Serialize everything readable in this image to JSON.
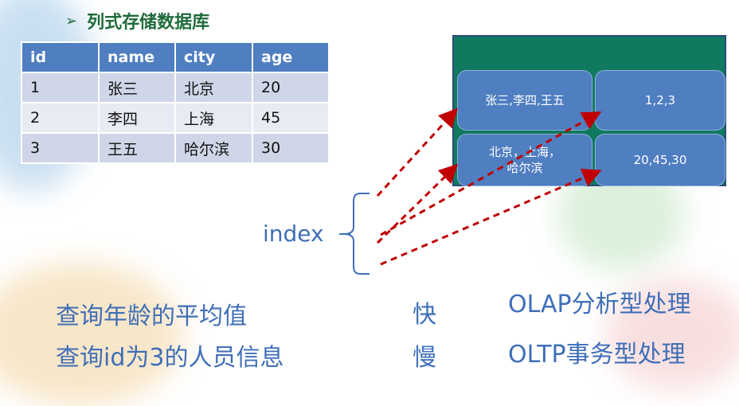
{
  "title": {
    "bullet": "➢",
    "text": "列式存储数据库"
  },
  "table": {
    "headers": [
      "id",
      "name",
      "city",
      "age"
    ],
    "rows": [
      [
        "1",
        "张三",
        "北京",
        "20"
      ],
      [
        "2",
        "李四",
        "上海",
        "45"
      ],
      [
        "3",
        "王五",
        "哈尔滨",
        "30"
      ]
    ]
  },
  "storage": {
    "names": "张三,李四,王五",
    "ids": "1,2,3",
    "cities_line1": "北京，上海，",
    "cities_line2": "哈尔滨",
    "ages": "20,45,30"
  },
  "index_label": "index",
  "queries": [
    {
      "text": "查询年龄的平均值",
      "speed": "快",
      "mode": "OLAP分析型处理"
    },
    {
      "text": "查询id为3的人员信息",
      "speed": "慢",
      "mode": "OLTP事务型处理"
    }
  ],
  "colors": {
    "header_blue": "#4f7ec1",
    "title_green": "#1f6b3a",
    "store_teal": "#0f7a5f",
    "arrow_red": "#c00000",
    "text_blue": "#3f6fb8"
  }
}
